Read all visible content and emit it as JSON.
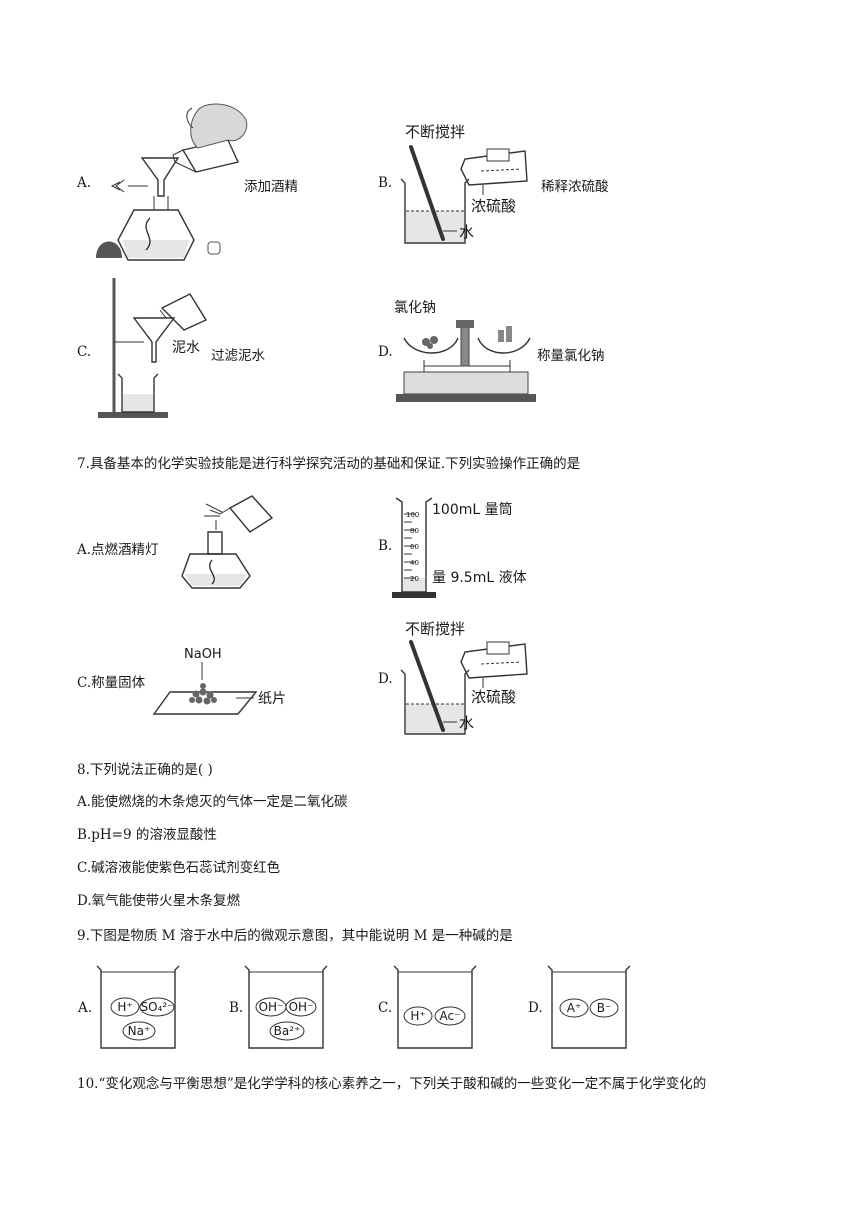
{
  "q6": {
    "a": {
      "letter": "A.",
      "caption": "添加酒精"
    },
    "b": {
      "letter": "B.",
      "caption": "稀释浓硫酸",
      "l_stir": "不断搅拌",
      "l_acid": "浓硫酸",
      "l_water": "水"
    },
    "c": {
      "letter": "C.",
      "caption": "过滤泥水",
      "l_mud": "泥水"
    },
    "d": {
      "letter": "D.",
      "caption": "称量氯化钠",
      "l_nacl": "氯化钠"
    }
  },
  "q7": {
    "stem": "7.具备基本的化学实验技能是进行科学探究活动的基础和保证.下列实验操作正确的是",
    "a": {
      "text": "A.点燃酒精灯"
    },
    "b": {
      "letter": "B.",
      "l_cyl": "100mL 量筒",
      "l_vol": "量 9.5mL 液体",
      "ticks": [
        "100",
        "80",
        "60",
        "40",
        "20"
      ]
    },
    "c": {
      "text": "C.称量固体",
      "l_naoh": "NaOH",
      "l_paper": "纸片"
    },
    "d": {
      "letter": "D.",
      "l_stir": "不断搅拌",
      "l_acid": "浓硫酸",
      "l_water": "水"
    }
  },
  "q8": {
    "stem": "8.下列说法正确的是(        )",
    "options": [
      "A.能使燃烧的木条熄灭的气体一定是二氧化碳",
      "B.pH=9 的溶液显酸性",
      "C.碱溶液能使紫色石蕊试剂变红色",
      "D.氧气能使带火星木条复燃"
    ]
  },
  "q9": {
    "stem": "9.下图是物质  M  溶于水中后的微观示意图，其中能说明  M  是一种碱的是",
    "options": [
      {
        "letter": "A.",
        "ions": [
          "H⁺",
          "SO₄²⁻",
          "Na⁺"
        ]
      },
      {
        "letter": "B.",
        "ions": [
          "OH⁻",
          "OH⁻",
          "Ba²⁺"
        ]
      },
      {
        "letter": "C.",
        "ions": [
          "H⁺",
          "Ac⁻"
        ]
      },
      {
        "letter": "D.",
        "ions": [
          "A⁺",
          "B⁻"
        ]
      }
    ]
  },
  "q10": {
    "stem": "10.“变化观念与平衡思想”是化学学科的核心素养之一，下列关于酸和碱的一些变化一定不属于化学变化的"
  }
}
